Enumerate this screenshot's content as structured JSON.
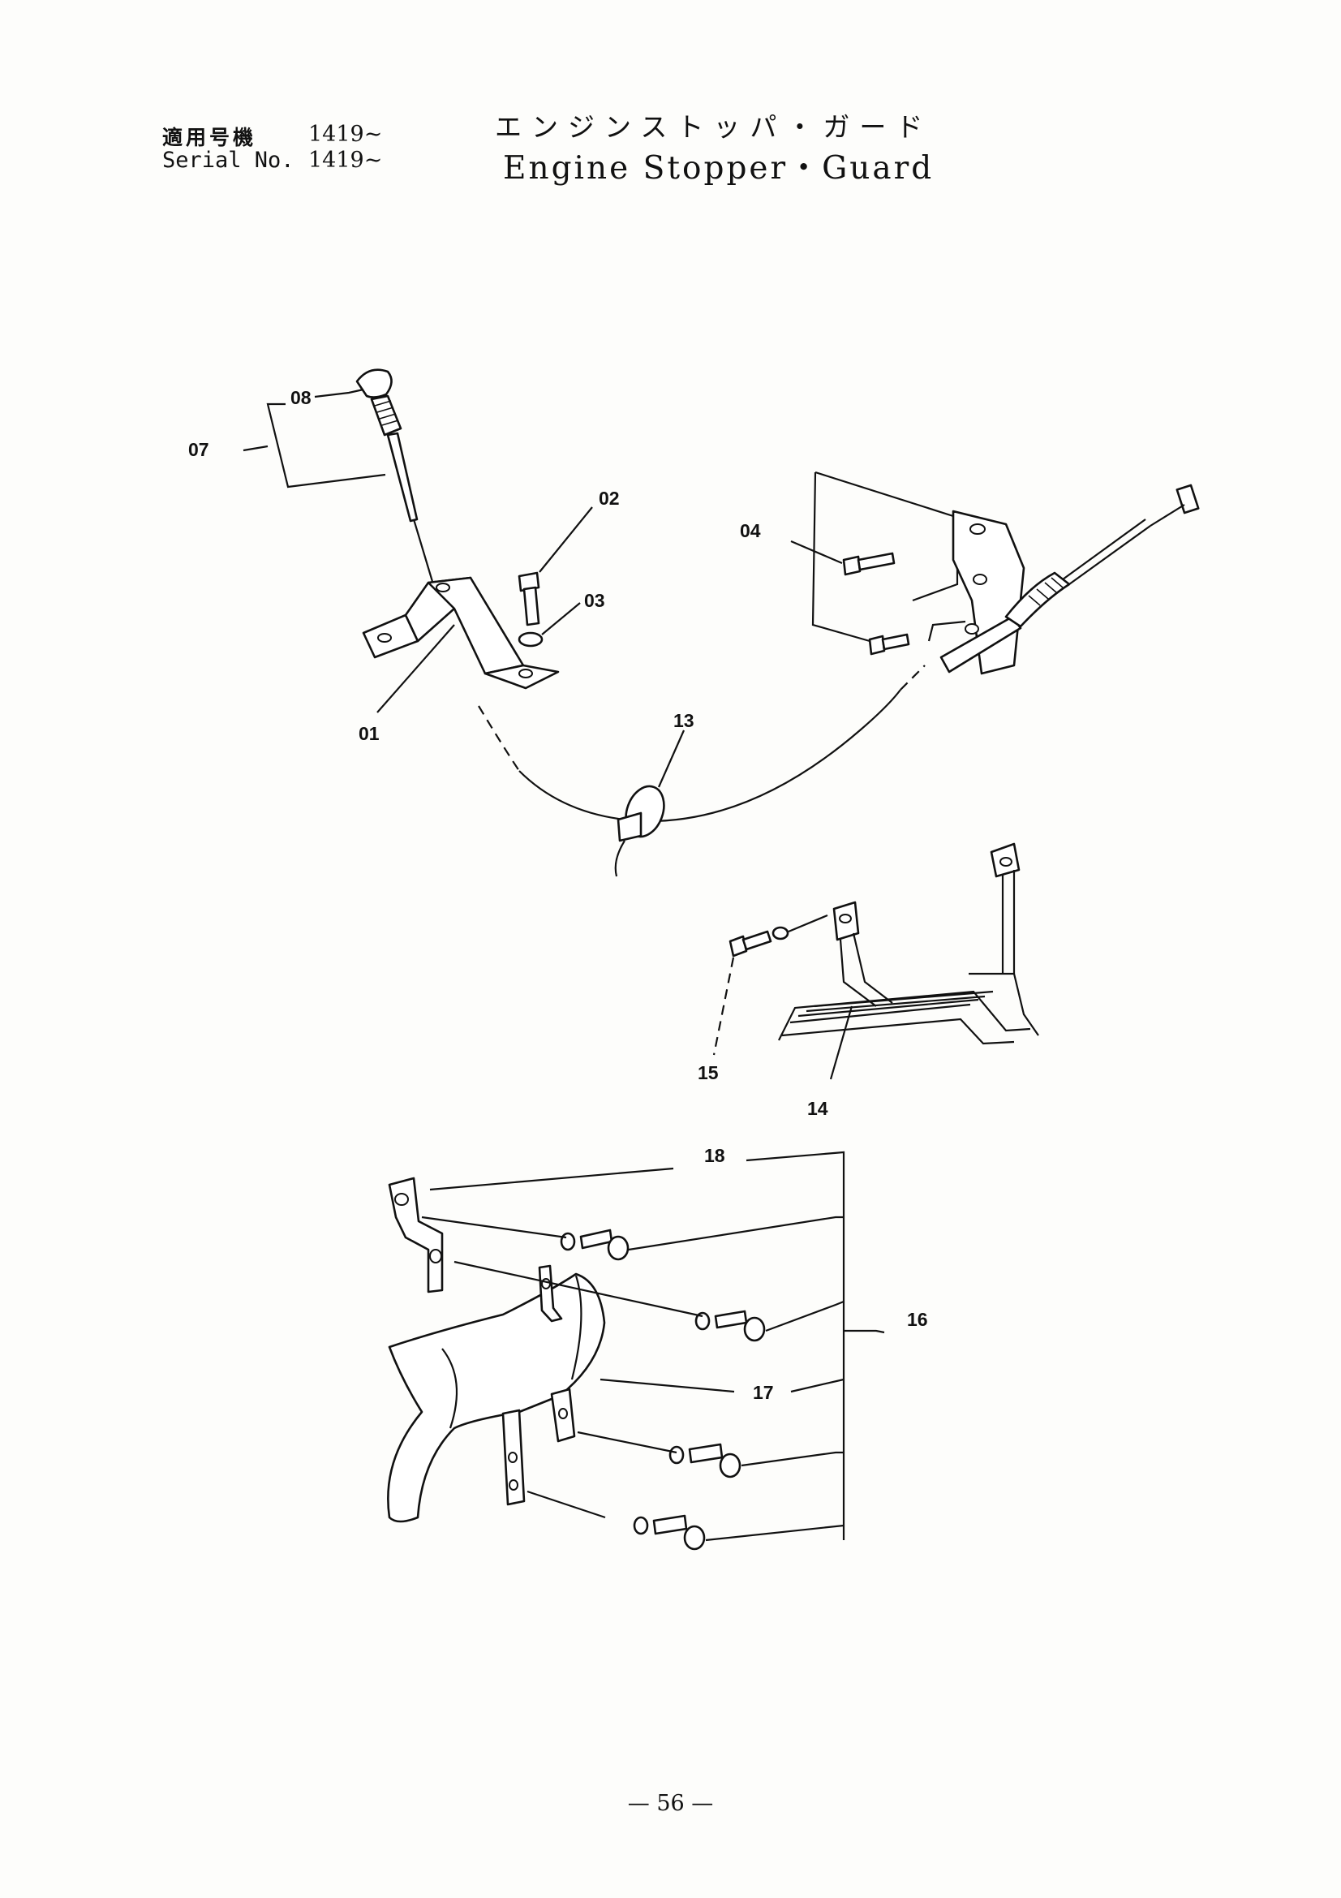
{
  "header": {
    "applicable_model_label": "適用号機",
    "applicable_model_value": "1419~",
    "serial_label": "Serial No.",
    "serial_value": "1419~",
    "title_jp": "エンジンストッパ・ガード",
    "title_en": "Engine Stopper・Guard"
  },
  "callouts": {
    "c01": "01",
    "c02": "02",
    "c03": "03",
    "c04": "04",
    "c07": "07",
    "c08": "08",
    "c13": "13",
    "c14": "14",
    "c15": "15",
    "c16": "16",
    "c17": "17",
    "c18": "18"
  },
  "footer": {
    "page_number": "— 56 —"
  }
}
